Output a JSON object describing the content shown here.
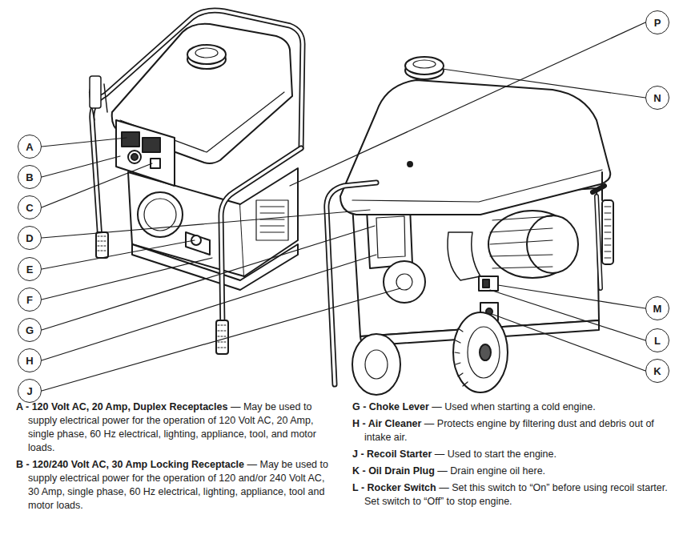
{
  "diagram": {
    "nodes": [
      {
        "text": [
          "A"
        ]
      },
      {
        "text": [
          "B"
        ]
      },
      {
        "text": [
          "C"
        ]
      },
      {
        "text": [
          "D"
        ]
      },
      {
        "text": [
          "E"
        ]
      },
      {
        "text": [
          "F"
        ]
      },
      {
        "text": [
          "G"
        ]
      },
      {
        "text": [
          "H"
        ]
      },
      {
        "text": [
          "J"
        ]
      },
      {
        "text": [
          "P"
        ]
      },
      {
        "text": [
          "N"
        ]
      },
      {
        "text": [
          "M"
        ]
      },
      {
        "text": [
          "L"
        ]
      },
      {
        "text": [
          "K"
        ]
      }
    ],
    "labels": [
      "A - 120 Volt AC, 20 Amp, Duplex Receptacles",
      "— May be used to supply electrical power for the operation of 120 Volt AC, 20 Amp, single phase, 60 Hz electrical, lighting, appliance, tool, and motor loads.",
      "B - 120/240 Volt AC, 30 Amp Locking Receptacle",
      "— May be used to supply electrical power for the operation of 120 and/or 240 Volt AC, 30 Amp, single phase, 60 Hz electrical, lighting, appliance, tool and motor loads.",
      "G - Choke Lever",
      "— Used when starting a cold engine.",
      "H - Air Cleaner",
      "— Protects engine by filtering dust and debris out of intake air.",
      "J - Recoil Starter",
      "— Used to start the engine.",
      "K - Oil Drain Plug",
      "— Drain engine oil here.",
      "L - Rocker Switch",
      "— Set this switch to “On” before using recoil starter. Set switch to “Off” to stop engine."
    ]
  }
}
